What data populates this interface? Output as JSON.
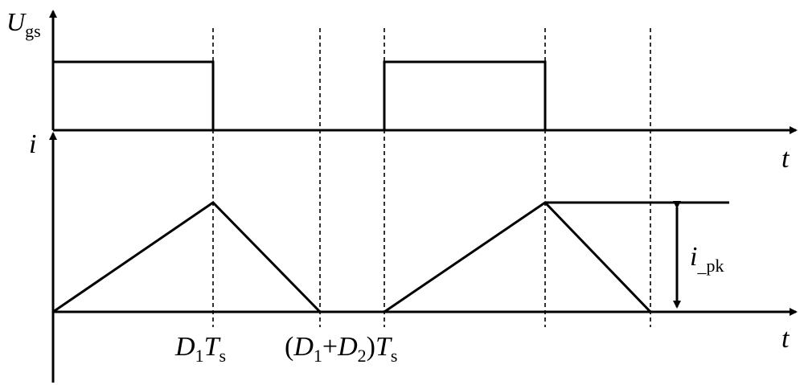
{
  "axes": {
    "ugs_label": {
      "main": "U",
      "sub": "gs"
    },
    "i_label": {
      "main": "i"
    },
    "t_label_top": "t",
    "t_label_bottom": "t"
  },
  "annotations": {
    "d1ts": {
      "D": "D",
      "sub1": "1",
      "T": "T",
      "subs": "s"
    },
    "d1d2ts": {
      "open": "(",
      "D1": "D",
      "sub1": "1",
      "plus": "+",
      "D2": "D",
      "sub2": "2",
      "close": ")",
      "T": "T",
      "subs": "s"
    },
    "ipk": {
      "main": "i",
      "sub": "_pk"
    }
  },
  "colors": {
    "ink": "#000000",
    "background": "#ffffff"
  }
}
